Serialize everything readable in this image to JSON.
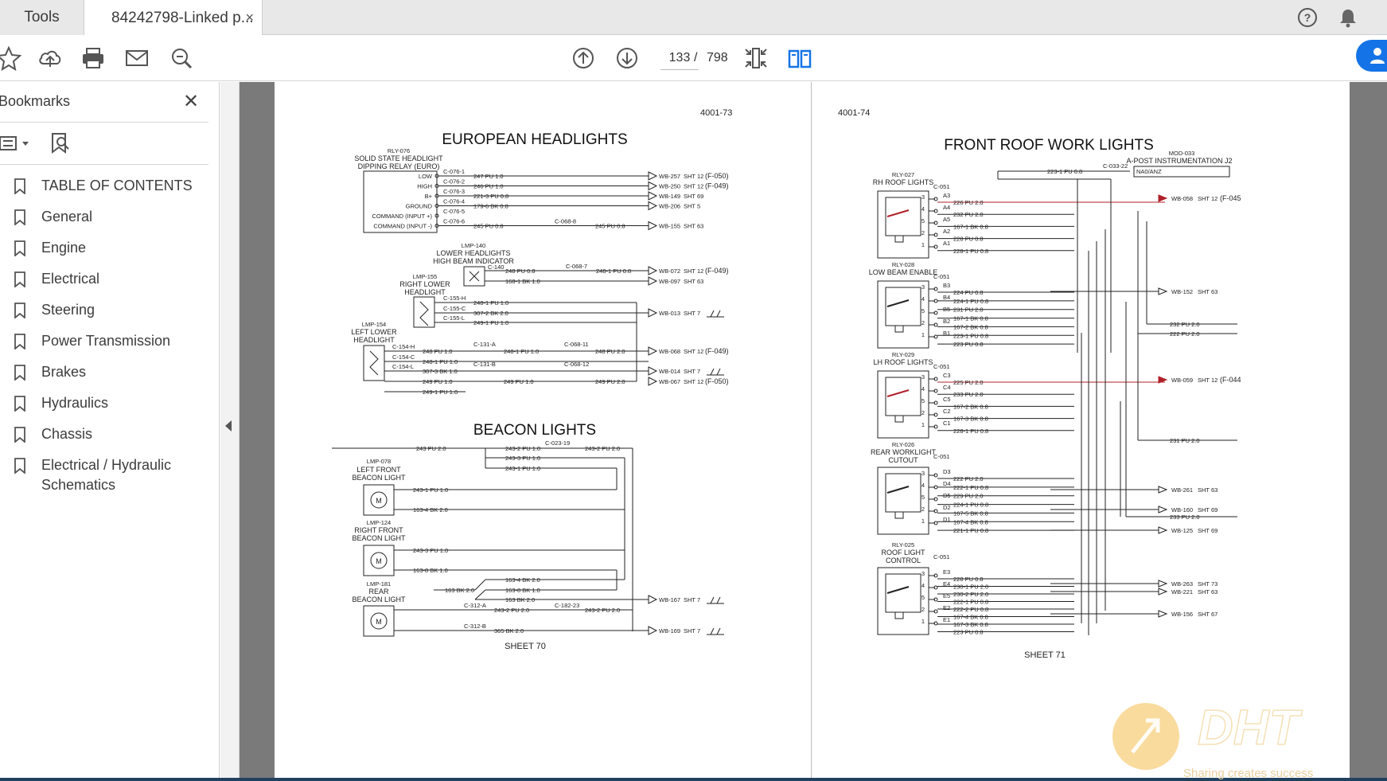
{
  "tabs": {
    "tools": "Tools",
    "document": "84242798-Linked p...",
    "close": "×"
  },
  "toolbar": {
    "page_current": "133",
    "page_sep": "/",
    "page_total": "798"
  },
  "sidebar": {
    "title": "Bookmarks",
    "close": "✕",
    "items": [
      {
        "label": "TABLE OF CONTENTS"
      },
      {
        "label": "General"
      },
      {
        "label": "Engine"
      },
      {
        "label": "Electrical"
      },
      {
        "label": "Steering"
      },
      {
        "label": "Power Transmission"
      },
      {
        "label": "Brakes"
      },
      {
        "label": "Hydraulics"
      },
      {
        "label": "Chassis"
      },
      {
        "label": "Electrical / Hydraulic Schematics"
      }
    ]
  },
  "left_page": {
    "page_number": "4001-73",
    "title_headlights": "EUROPEAN HEADLIGHTS",
    "title_beacon": "BEACON LIGHTS",
    "sheet": "SHEET  70",
    "relay_id": "RLY-076",
    "relay_name_1": "SOLID STATE HEADLIGHT",
    "relay_name_2": "DIPPING RELAY (EURO)",
    "relay_pins": [
      {
        "pin": "LOW",
        "conn": "C-076-1",
        "wire": "247 PU 1.0",
        "dest": "WB-257",
        "sht": "SHT 12",
        "ref": "(F-050)"
      },
      {
        "pin": "HIGH",
        "conn": "C-076-2",
        "wire": "246 PU 1.0",
        "dest": "WB-250",
        "sht": "SHT 12",
        "ref": "(F-049)"
      },
      {
        "pin": "B+",
        "conn": "C-076-3",
        "wire": "221-3 PU 0.8",
        "dest": "WB-149",
        "sht": "SHT 69",
        "ref": ""
      },
      {
        "pin": "GROUND",
        "conn": "C-076-4",
        "wire": "179-6 BK 0.8",
        "dest": "WB-206",
        "sht": "SHT 5",
        "ref": ""
      },
      {
        "pin": "COMMAND (INPUT +)",
        "conn": "C-076-5",
        "wire": "",
        "dest": "",
        "sht": "",
        "ref": ""
      },
      {
        "pin": "COMMAND (INPUT -)",
        "conn": "C-076-6",
        "wire": "245 PU 0.8",
        "dest": "WB-155",
        "sht": "SHT 63",
        "ref": ""
      }
    ],
    "lmp140": [
      "LMP-140",
      "LOWER HEADLIGHTS",
      "HIGH BEAM INDICATOR"
    ],
    "lmp155": [
      "LMP-155",
      "RIGHT LOWER",
      "HEADLIGHT"
    ],
    "lmp154": [
      "LMP-154",
      "LEFT LOWER",
      "HEADLIGHT"
    ],
    "lmp078": [
      "LMP-078",
      "LEFT FRONT",
      "BEACON LIGHT"
    ],
    "lmp124": [
      "LMP-124",
      "RIGHT FRONT",
      "BEACON LIGHT"
    ],
    "lmp181": [
      "LMP-181",
      "REAR",
      "BEACON LIGHT"
    ],
    "wire_labels": [
      "C-068-8",
      "245 PU 0.8",
      "C-140",
      "248 PU 0.8",
      "168-1 BK 1.0",
      "C-068-7",
      "248-1 PU 0.8",
      "WB-072",
      "SHT 12",
      "(F-049)",
      "WB-097",
      "SHT 63",
      "C-155-H",
      "C-155-C",
      "C-155-L",
      "248-1 PU 1.0",
      "307-2 BK 2.0",
      "249-1 PU 1.0",
      "WB-013",
      "SHT 7",
      "C-154-H",
      "C-154-C",
      "C-154-L",
      "248 PU 1.0",
      "C-131-A",
      "248-1 PU 1.0",
      "C-068-11",
      "248 PU 2.0",
      "WB-068",
      "307-3 BK 1.0",
      "WB-014",
      "249 PU 1.0",
      "C-131-B",
      "249 PU 1.0",
      "C-068-12",
      "249 PU 2.0",
      "WB-067",
      "(F-050)",
      "249-1 PU 1.0"
    ],
    "beacon_labels": [
      "243 PU 2.0",
      "C-023-19",
      "243-2 PU 1.0",
      "243-2 PU 2.0",
      "243-3 PU 1.0",
      "243-1 PU 1.0",
      "243-1 PU 1.0",
      "163-4 BK 2.0",
      "243-3 PU 1.0",
      "163-8 BK 1.0",
      "163-4 BK 2.0",
      "163 BK 2.0",
      "163-8 BK 1.0",
      "163 BK 2.0",
      "C-312-A",
      "243-2 PU 2.0",
      "C-182-23",
      "243-2 PU 2.0",
      "WB-167",
      "SHT 7",
      "C-312-B",
      "365 BK 2.0",
      "WB-169",
      "SHT 7"
    ],
    "motor_symbol": "M"
  },
  "right_page": {
    "page_number": "4001-74",
    "title": "FRONT ROOF WORK LIGHTS",
    "sheet": "SHEET  71",
    "mod": [
      "MOD-033",
      "A-POST INSTRUMENTATION J2",
      "NA0/ANZ",
      "C-033-22",
      "223-1 PU 0.8"
    ],
    "relays": [
      {
        "id": "RLY-027",
        "name_1": "RH ROOF LIGHTS",
        "name_2": "",
        "conn": "C-051",
        "pins": [
          "A3",
          "A4",
          "A5",
          "A2",
          "A1"
        ],
        "wires": [
          "226 PU 2.0",
          "232 PU 2.0",
          "167-1 BK 0.8",
          "228 PU 0.8",
          "228-1 PU 0.8"
        ]
      },
      {
        "id": "RLY-028",
        "name_1": "LOW BEAM ENABLE",
        "name_2": "",
        "conn": "C-051",
        "pins": [
          "B3",
          "B4",
          "B5",
          "B2",
          "B1"
        ],
        "wires": [
          "224 PU 0.8",
          "224-1 PU 0.8",
          "231 PU 2.0",
          "167-1 BK 0.8",
          "167-2 BK 0.8",
          "223-1 PU 0.8",
          "223 PU 0.8"
        ]
      },
      {
        "id": "RLY-029",
        "name_1": "LH ROOF LIGHTS",
        "name_2": "",
        "conn": "C-051",
        "pins": [
          "C3",
          "C4",
          "C5",
          "C2",
          "C1"
        ],
        "wires": [
          "225 PU 2.0",
          "233 PU 2.0",
          "167-2 BK 0.8",
          "167-3 BK 0.8",
          "228-1 PU 0.8"
        ]
      },
      {
        "id": "RLY-026",
        "name_1": "REAR WORKLIGHT",
        "name_2": "CUTOUT",
        "conn": "C-051",
        "pins": [
          "D3",
          "D4",
          "D5",
          "D2",
          "D1"
        ],
        "wires": [
          "222 PU 2.0",
          "222-1 PU 0.8",
          "229 PU 2.0",
          "224-1 PU 0.8",
          "167-5 BK 0.8",
          "167-4 BK 0.8",
          "221-1 PU 0.8"
        ]
      },
      {
        "id": "RLY-025",
        "name_1": "ROOF LIGHT",
        "name_2": "CONTROL",
        "conn": "C-051",
        "pins": [
          "E3",
          "E4",
          "E5",
          "E2",
          "E1"
        ],
        "wires": [
          "228 PU 0.8",
          "230-1 PU 2.0",
          "230-2 PU 2.0",
          "222-1 PU 0.8",
          "222-2 PU 0.8",
          "167-4 BK 0.8",
          "167-3 BK 0.8",
          "223 PU 0.8"
        ]
      }
    ],
    "relay_pin_numbers": [
      "3",
      "4",
      "5",
      "2",
      "1"
    ],
    "outputs": [
      {
        "dest": "WB-058",
        "sht": "SHT 12",
        "ref": "(F-045"
      },
      {
        "dest": "WB-152",
        "sht": "SHT 63",
        "ref": ""
      },
      {
        "dest": "WB-059",
        "sht": "SHT 12",
        "ref": "(F-044"
      },
      {
        "dest": "WB-261",
        "sht": "SHT 63",
        "ref": ""
      },
      {
        "dest": "WB-160",
        "sht": "SHT 69",
        "ref": ""
      },
      {
        "dest": "WB-125",
        "sht": "SHT 69",
        "ref": ""
      },
      {
        "dest": "WB-263",
        "sht": "SHT 73",
        "ref": ""
      },
      {
        "dest": "WB-221",
        "sht": "SHT 63",
        "ref": ""
      },
      {
        "dest": "WB-156",
        "sht": "SHT 67",
        "ref": ""
      }
    ],
    "bus_labels": [
      "232 PU 2.0",
      "222 PU 2.0",
      "231 PU 2.0",
      "233 PU 2.0"
    ]
  },
  "watermark": {
    "logo": "DHT",
    "tagline": "Sharing creates success"
  },
  "colors": {
    "accent": "#1473e6",
    "wire_red": "#b0202a",
    "viewer_gray": "#7a7a7a"
  }
}
